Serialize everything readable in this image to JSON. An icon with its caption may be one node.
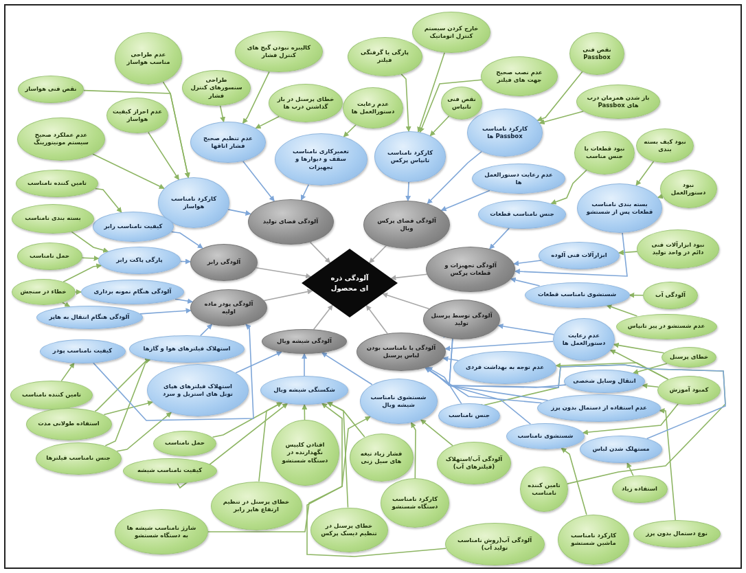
{
  "diagram": {
    "nodes": [
      {
        "text": [
          "آلودگی ذره ای محصول"
        ]
      },
      {
        "text": [
          "آلودگی فضای تولید"
        ]
      },
      {
        "text": [
          "آلودگی فضای پرکس ویال"
        ]
      },
      {
        "text": [
          "آلودگی رابر"
        ]
      },
      {
        "text": [
          "آلودگی تجهیزات و قطعات پرکس"
        ]
      },
      {
        "text": [
          "آلودگی پودر ماده اولیه"
        ]
      },
      {
        "text": [
          "آلودگی توسط پرسنل تولید"
        ]
      },
      {
        "text": [
          "آلودگی شیشه ویال"
        ]
      },
      {
        "text": [
          "آلودگی با نامناسب بودن لباس پرسنل"
        ]
      },
      {
        "text": [
          "عدم تنظیم صحیح فشار اتاقها"
        ]
      },
      {
        "text": [
          "کارکرد نامناسب هواساز"
        ]
      },
      {
        "text": [
          "کیفیت نامناسب رابر"
        ]
      },
      {
        "text": [
          "پارگی پاکت رابر"
        ]
      },
      {
        "text": [
          "آلودگی هنگام نمونه برداری"
        ]
      },
      {
        "text": [
          "آلودگی هنگام انتقال به هاپر"
        ]
      },
      {
        "text": [
          "کیفیت نامناسب پودر"
        ]
      },
      {
        "text": [
          "استهلاک فیلترهای هوا و گازها"
        ]
      },
      {
        "text": [
          "استهلاک فیلترهای هپای تونل های استریل و سرد"
        ]
      },
      {
        "text": [
          "تعمیرکاری نامناسب سقف و دیوارها و تجهیزات"
        ]
      },
      {
        "text": [
          "کارکرد نامناسب تانپاس پرکس"
        ]
      },
      {
        "text": [
          "کارکرد نامناسب Passbox ها"
        ]
      },
      {
        "text": [
          "عدم رعایت دستورالعمل ها"
        ]
      },
      {
        "text": [
          "جنس نامناسب قطعات"
        ]
      },
      {
        "text": [
          "بسته بندی نامناسب قطعات پس از شستشو"
        ]
      },
      {
        "text": [
          "ابزارآلات فنی آلوده"
        ]
      },
      {
        "text": [
          "شستشوی نامناسب قطعات"
        ]
      },
      {
        "text": [
          "عدم رعایت دستورالعمل ها"
        ]
      },
      {
        "text": [
          "عدم توجه به بهداشت فردی"
        ]
      },
      {
        "text": [
          "انتقال وسایل شخصی"
        ]
      },
      {
        "text": [
          "عدم استفاده از دستمال بدون پرز"
        ]
      },
      {
        "text": [
          "شکستگی شیشه ویال"
        ]
      },
      {
        "text": [
          "شستشوی نامناسب شیشه ویال"
        ]
      },
      {
        "text": [
          "جنس نامناسب"
        ]
      },
      {
        "text": [
          "شستشوی نامناسب"
        ]
      },
      {
        "text": [
          "مستهلک شدن لباس"
        ]
      },
      {
        "text": [
          "عدم طراحی مناسب هواساز"
        ]
      },
      {
        "text": [
          "کالیبره نبودن گیج های کنترل فشار"
        ]
      },
      {
        "text": [
          "خارج کردن سیستم کنترل اتوماتیک"
        ]
      },
      {
        "text": [
          "پارگی یا گرفتگی فیلتر"
        ]
      },
      {
        "text": [
          "نقص فنی Passbox"
        ]
      },
      {
        "text": [
          "عدم نصب صحیح جهت های فیلتر"
        ]
      },
      {
        "text": [
          "نقص فنی هواساز"
        ]
      },
      {
        "text": [
          "طراحی سنسورهای کنترل فشار"
        ]
      },
      {
        "text": [
          "خطای پرسنل در باز گذاشتن درب ها"
        ]
      },
      {
        "text": [
          "عدم رعایت دستورالعمل ها"
        ]
      },
      {
        "text": [
          "نقص فنی تانپاس"
        ]
      },
      {
        "text": [
          "باز شدن همزمان درب های Passbox"
        ]
      },
      {
        "text": [
          "عدم احراز کیفیت هواساز"
        ]
      },
      {
        "text": [
          "عدم عملکرد صحیح سیستم مونیتورینگ"
        ]
      },
      {
        "text": [
          "نبود کیف بسته بندی"
        ]
      },
      {
        "text": [
          "نبود قطعات با جنس مناسب"
        ]
      },
      {
        "text": [
          "تامین کننده نامناسب"
        ]
      },
      {
        "text": [
          "نبود دستورالعمل"
        ]
      },
      {
        "text": [
          "بسته بندی نامناسب"
        ]
      },
      {
        "text": [
          "نبود ابزارآلات فنی دائم در واحد تولید"
        ]
      },
      {
        "text": [
          "حمل نامناسب"
        ]
      },
      {
        "text": [
          "خطاء در سنجش"
        ]
      },
      {
        "text": [
          "آلودگی آب"
        ]
      },
      {
        "text": [
          "عدم شستشو در پیر تانپاس"
        ]
      },
      {
        "text": [
          "خطای پرسنل"
        ]
      },
      {
        "text": [
          "کمبود آموزش"
        ]
      },
      {
        "text": [
          "تامین کننده نامناسب"
        ]
      },
      {
        "text": [
          "استفاده طولانی مدت"
        ]
      },
      {
        "text": [
          "حمل نامناسب"
        ]
      },
      {
        "text": [
          "افتادن کلیپس نگهدارنده در دستگاه شستشو"
        ]
      },
      {
        "text": [
          "فشار زیاد تیغه های سیل زنی"
        ]
      },
      {
        "text": [
          "جنس نامناسب فیلترها"
        ]
      },
      {
        "text": [
          "آلودگی آب/استهلاک (فیلترهای آب)"
        ]
      },
      {
        "text": [
          "کیفیت نامناسب شیشه"
        ]
      },
      {
        "text": [
          "تامین کننده نامناسب"
        ]
      },
      {
        "text": [
          "استفاده زیاد"
        ]
      },
      {
        "text": [
          "کارکرد نامناسب دستگاه شستشو"
        ]
      },
      {
        "text": [
          "خطای پرسنل در تنظیم ارتفاع هاپر رابر"
        ]
      },
      {
        "text": [
          "خطای پرسنل در تنظیم دیسک پرکس"
        ]
      },
      {
        "text": [
          "شارژ نامناسب شیشه ها به دستگاه شستشو"
        ]
      },
      {
        "text": [
          "نوع دستمال بدون پرز"
        ]
      },
      {
        "text": [
          "آلودگی آب(روش نامناسب تولید آب)"
        ]
      },
      {
        "text": [
          "کارکرد نامناسب ماشین شستشو"
        ]
      }
    ],
    "edges": [
      {
        "from": 35,
        "to": 10,
        "arrow": "to"
      },
      {
        "from": 41,
        "to": 10,
        "arrow": "to"
      },
      {
        "from": 47,
        "to": 10,
        "arrow": "to"
      },
      {
        "from": 48,
        "to": 10,
        "arrow": "to"
      },
      {
        "from": 51,
        "to": 11,
        "arrow": "to"
      },
      {
        "from": 53,
        "to": 12,
        "arrow": "to"
      },
      {
        "from": 55,
        "to": 12,
        "arrow": "to"
      },
      {
        "from": 56,
        "to": 12,
        "arrow": "to"
      },
      {
        "from": 56,
        "to": 13,
        "arrow": "to"
      },
      {
        "from": 56,
        "to": 14,
        "arrow": "to"
      },
      {
        "from": 42,
        "to": 9,
        "arrow": "to"
      },
      {
        "from": 36,
        "to": 9,
        "arrow": "to"
      },
      {
        "from": 43,
        "to": 9,
        "arrow": "to"
      },
      {
        "from": 44,
        "to": 18,
        "arrow": "to"
      },
      {
        "from": 38,
        "to": 19,
        "arrow": "to"
      },
      {
        "from": 37,
        "to": 19,
        "arrow": "to"
      },
      {
        "from": 45,
        "to": 19,
        "arrow": "to"
      },
      {
        "from": 40,
        "to": 19,
        "arrow": "to"
      },
      {
        "from": 39,
        "to": 20,
        "arrow": "to"
      },
      {
        "from": 46,
        "to": 20,
        "arrow": "to"
      },
      {
        "from": 50,
        "to": 22,
        "arrow": "to"
      },
      {
        "from": 49,
        "to": 23,
        "arrow": "to"
      },
      {
        "from": 52,
        "to": 23,
        "arrow": "to"
      },
      {
        "from": 54,
        "to": 24,
        "arrow": "to"
      },
      {
        "from": 57,
        "to": 25,
        "arrow": "to"
      },
      {
        "from": 58,
        "to": 25,
        "arrow": "to"
      },
      {
        "from": 59,
        "to": 26,
        "arrow": "to"
      },
      {
        "from": 59,
        "to": 28,
        "arrow": "to"
      },
      {
        "from": 60,
        "to": 26,
        "arrow": "to"
      },
      {
        "from": 60,
        "to": 28,
        "arrow": "to"
      },
      {
        "from": 60,
        "to": 27,
        "arrow": "to"
      },
      {
        "from": 60,
        "to": 33,
        "arrow": "to"
      },
      {
        "from": 69,
        "to": 32,
        "arrow": "to"
      },
      {
        "from": 77,
        "to": 33,
        "arrow": "to"
      },
      {
        "from": 70,
        "to": 34,
        "arrow": "to"
      },
      {
        "from": 75,
        "to": 29,
        "arrow": "to"
      },
      {
        "from": 67,
        "to": 31,
        "arrow": "to"
      },
      {
        "from": 71,
        "to": 31,
        "arrow": "to"
      },
      {
        "from": 76,
        "to": 31,
        "arrow": "to"
      },
      {
        "from": 65,
        "to": 30,
        "arrow": "to"
      },
      {
        "from": 73,
        "to": 30,
        "arrow": "to"
      },
      {
        "from": 64,
        "to": 30,
        "arrow": "to"
      },
      {
        "from": 72,
        "to": 30,
        "arrow": "to"
      },
      {
        "from": 74,
        "to": 30,
        "arrow": "to"
      },
      {
        "from": 68,
        "to": 30,
        "arrow": "to"
      },
      {
        "from": 63,
        "to": 30,
        "arrow": "to"
      },
      {
        "from": 66,
        "to": 16,
        "arrow": "to"
      },
      {
        "from": 66,
        "to": 17,
        "arrow": "to"
      },
      {
        "from": 62,
        "to": 16,
        "arrow": "to"
      },
      {
        "from": 62,
        "to": 17,
        "arrow": "to"
      },
      {
        "from": 61,
        "to": 15,
        "arrow": "to"
      },
      {
        "from": 9,
        "to": 1,
        "arrow": "to",
        "color": "#7ea6d8"
      },
      {
        "from": 10,
        "to": 1,
        "arrow": "to",
        "color": "#7ea6d8"
      },
      {
        "from": 11,
        "to": 3,
        "arrow": "to",
        "color": "#7ea6d8"
      },
      {
        "from": 12,
        "to": 3,
        "arrow": "to",
        "color": "#7ea6d8"
      },
      {
        "from": 18,
        "to": 1,
        "arrow": "to",
        "color": "#7ea6d8"
      },
      {
        "from": 19,
        "to": 2,
        "arrow": "to",
        "color": "#7ea6d8"
      },
      {
        "from": 20,
        "to": 2,
        "arrow": "to",
        "color": "#7ea6d8"
      },
      {
        "from": 21,
        "to": 2,
        "arrow": "to",
        "color": "#7ea6d8"
      },
      {
        "from": 22,
        "to": 4,
        "arrow": "to",
        "color": "#7ea6d8"
      },
      {
        "from": 23,
        "to": 4,
        "arrow": "to",
        "color": "#7ea6d8"
      },
      {
        "from": 24,
        "to": 4,
        "arrow": "to",
        "color": "#7ea6d8"
      },
      {
        "from": 25,
        "to": 4,
        "arrow": "to",
        "color": "#7ea6d8"
      },
      {
        "from": 13,
        "to": 5,
        "arrow": "to",
        "color": "#7ea6d8"
      },
      {
        "from": 14,
        "to": 5,
        "arrow": "to",
        "color": "#7ea6d8"
      },
      {
        "from": 15,
        "to": 5,
        "arrow": "to",
        "color": "#7ea6d8"
      },
      {
        "from": 16,
        "to": 5,
        "arrow": "to",
        "color": "#7ea6d8"
      },
      {
        "from": 17,
        "to": 7,
        "arrow": "to",
        "color": "#7ea6d8"
      },
      {
        "from": 30,
        "to": 7,
        "arrow": "to",
        "color": "#7ea6d8"
      },
      {
        "from": 31,
        "to": 7,
        "arrow": "to",
        "color": "#7ea6d8"
      },
      {
        "from": 32,
        "to": 8,
        "arrow": "to",
        "color": "#7ea6d8"
      },
      {
        "from": 27,
        "to": 8,
        "arrow": "to",
        "color": "#7ea6d8"
      },
      {
        "from": 26,
        "to": 8,
        "arrow": "to",
        "color": "#7ea6d8"
      },
      {
        "from": 33,
        "to": 8,
        "arrow": "to",
        "color": "#7ea6d8"
      },
      {
        "from": 34,
        "to": 8,
        "arrow": "to",
        "color": "#7ea6d8"
      },
      {
        "from": 29,
        "to": 8,
        "arrow": "to",
        "color": "#7ea6d8"
      },
      {
        "from": 26,
        "to": 6,
        "arrow": "to",
        "color": "#7ea6d8"
      },
      {
        "from": 28,
        "to": 6,
        "arrow": "to",
        "color": "#7ea6d8"
      },
      {
        "from": 29,
        "to": 6,
        "arrow": "to",
        "color": "#7ea6d8"
      },
      {
        "from": 1,
        "to": 0,
        "arrow": "to",
        "color": "#a8a8a8"
      },
      {
        "from": 2,
        "to": 0,
        "arrow": "to",
        "color": "#a8a8a8"
      },
      {
        "from": 3,
        "to": 0,
        "arrow": "to",
        "color": "#a8a8a8"
      },
      {
        "from": 4,
        "to": 0,
        "arrow": "to",
        "color": "#a8a8a8"
      },
      {
        "from": 5,
        "to": 0,
        "arrow": "to",
        "color": "#a8a8a8"
      },
      {
        "from": 6,
        "to": 0,
        "arrow": "to",
        "color": "#a8a8a8"
      },
      {
        "from": 7,
        "to": 0,
        "arrow": "to",
        "color": "#a8a8a8"
      },
      {
        "from": 8,
        "to": 0,
        "arrow": "to",
        "color": "#a8a8a8"
      }
    ]
  }
}
